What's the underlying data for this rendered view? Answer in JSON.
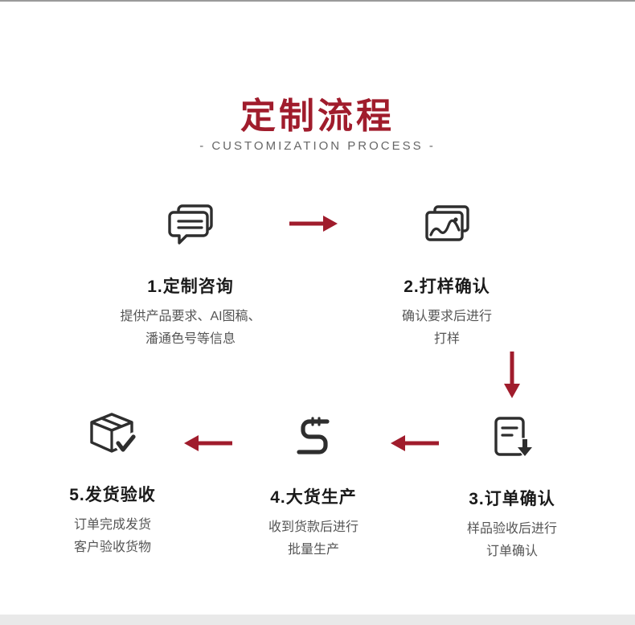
{
  "header": {
    "title": "定制流程",
    "subtitle": "-  CUSTOMIZATION PROCESS  -"
  },
  "colors": {
    "accent_red": "#a01c2c",
    "icon_stroke": "#2e2e2e",
    "title_text": "#1a1a1a",
    "desc_text": "#555555",
    "footer_bar": "#e9e9e9"
  },
  "steps": [
    {
      "icon": "chat-bubbles-icon",
      "title": "1.定制咨询",
      "desc_line1": "提供产品要求、AI图稿、",
      "desc_line2": "潘通色号等信息"
    },
    {
      "icon": "sample-photos-icon",
      "title": "2.打样确认",
      "desc_line1": "确认要求后进行",
      "desc_line2": "打样"
    },
    {
      "icon": "order-document-icon",
      "title": "3.订单确认",
      "desc_line1": "样品验收后进行",
      "desc_line2": "订单确认"
    },
    {
      "icon": "sewing-machine-icon",
      "title": "4.大货生产",
      "desc_line1": "收到货款后进行",
      "desc_line2": "批量生产"
    },
    {
      "icon": "package-box-icon",
      "title": "5.发货验收",
      "desc_line1": "订单完成发货",
      "desc_line2": "客户验收货物"
    }
  ]
}
